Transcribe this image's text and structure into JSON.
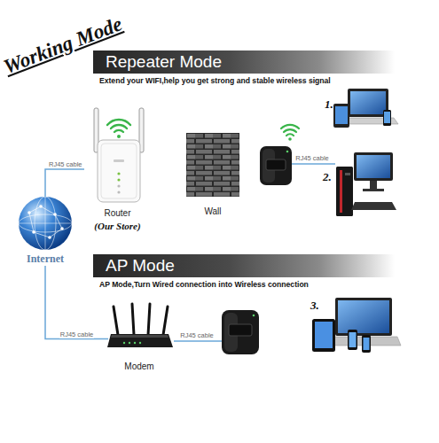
{
  "diagram": {
    "title": "Working Mode",
    "nodes": [
      {
        "text": [
          "Repeater Mode"
        ]
      },
      {
        "text": [
          "Internet"
        ]
      },
      {
        "text": [
          "Router",
          "(Our Store)"
        ]
      },
      {
        "text": [
          "Wall"
        ]
      },
      {
        "text": [
          "1."
        ]
      },
      {
        "text": [
          "2."
        ]
      },
      {
        "text": [
          "AP Mode"
        ]
      },
      {
        "text": [
          "Modem"
        ]
      },
      {
        "text": [
          "3."
        ]
      }
    ],
    "edges": [
      {
        "from": 1,
        "to": 2,
        "label": "RJ45 cable",
        "arrow": "none"
      },
      {
        "from": 1,
        "to": 7,
        "label": "RJ45 cable",
        "arrow": "none"
      }
    ],
    "labels": [
      "Extend your WIFI,help you get strong and stable wireless signal",
      "RJ45 cable",
      "AP Mode,Turn Wired connection into Wireless connection",
      "RJ45 cable"
    ]
  }
}
